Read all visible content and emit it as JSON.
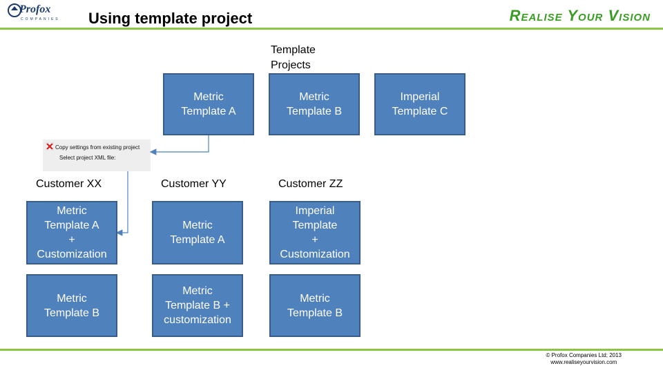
{
  "header": {
    "logo_text": "Profox",
    "logo_sub": "COMPANIES",
    "title": "Using template project",
    "tagline": "Realise Your Vision"
  },
  "template_section": {
    "label": "Template\nProjects",
    "boxes": [
      "Metric\nTemplate A",
      "Metric\nTemplate B",
      "Imperial\nTemplate C"
    ]
  },
  "dialog": {
    "line1": "Copy settings from existing project",
    "line2": "Select project XML file:"
  },
  "customers": [
    {
      "label": "Customer XX",
      "boxes": [
        "Metric\nTemplate A\n+\nCustomization",
        "Metric\nTemplate B"
      ]
    },
    {
      "label": "Customer YY",
      "boxes": [
        "Metric\nTemplate A",
        "Metric\nTemplate B +\ncustomization"
      ]
    },
    {
      "label": "Customer ZZ",
      "boxes": [
        "Imperial\nTemplate\n+\nCustomization",
        "Metric\nTemplate B"
      ]
    }
  ],
  "footer": {
    "copyright": "Profox Companies Ltd; 2013",
    "url": "www.realiseyourvision.com"
  },
  "colors": {
    "box_fill": "#4f81bd",
    "box_border": "#385d8a",
    "accent_green": "#8cc63f",
    "tagline_green": "#3a9d23"
  }
}
